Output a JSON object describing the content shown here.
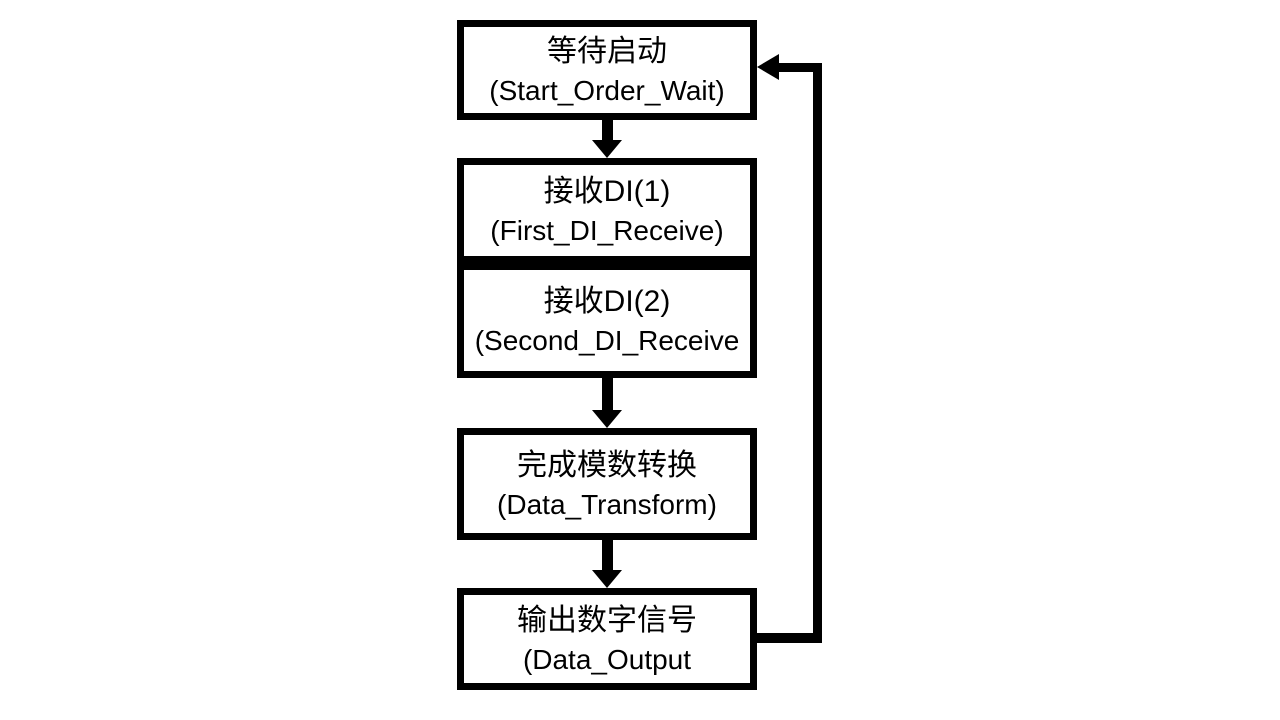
{
  "diagram": {
    "type": "flowchart",
    "colors": {
      "background": "#ffffff",
      "stroke": "#000000",
      "text": "#000000"
    },
    "nodes": [
      {
        "id": "start-order-wait",
        "label_zh": "等待启动",
        "label_en": "(Start_Order_Wait)"
      },
      {
        "id": "first-di-receive",
        "label_zh": "接收DI(1)",
        "label_en": "(First_DI_Receive)"
      },
      {
        "id": "second-di-receive",
        "label_zh": "接收DI(2)",
        "label_en": "(Second_DI_Receive"
      },
      {
        "id": "data-transform",
        "label_zh": "完成模数转换",
        "label_en": "(Data_Transform)"
      },
      {
        "id": "data-output",
        "label_zh": "输出数字信号",
        "label_en": "(Data_Output"
      }
    ],
    "edges": [
      {
        "from": "start-order-wait",
        "to": "first-di-receive",
        "style": "arrow-down"
      },
      {
        "from": "first-di-receive",
        "to": "second-di-receive",
        "style": "adjacent-no-arrow"
      },
      {
        "from": "second-di-receive",
        "to": "data-transform",
        "style": "arrow-down"
      },
      {
        "from": "data-transform",
        "to": "data-output",
        "style": "arrow-down"
      },
      {
        "from": "data-output",
        "to": "start-order-wait",
        "style": "feedback-loop-right"
      }
    ]
  }
}
